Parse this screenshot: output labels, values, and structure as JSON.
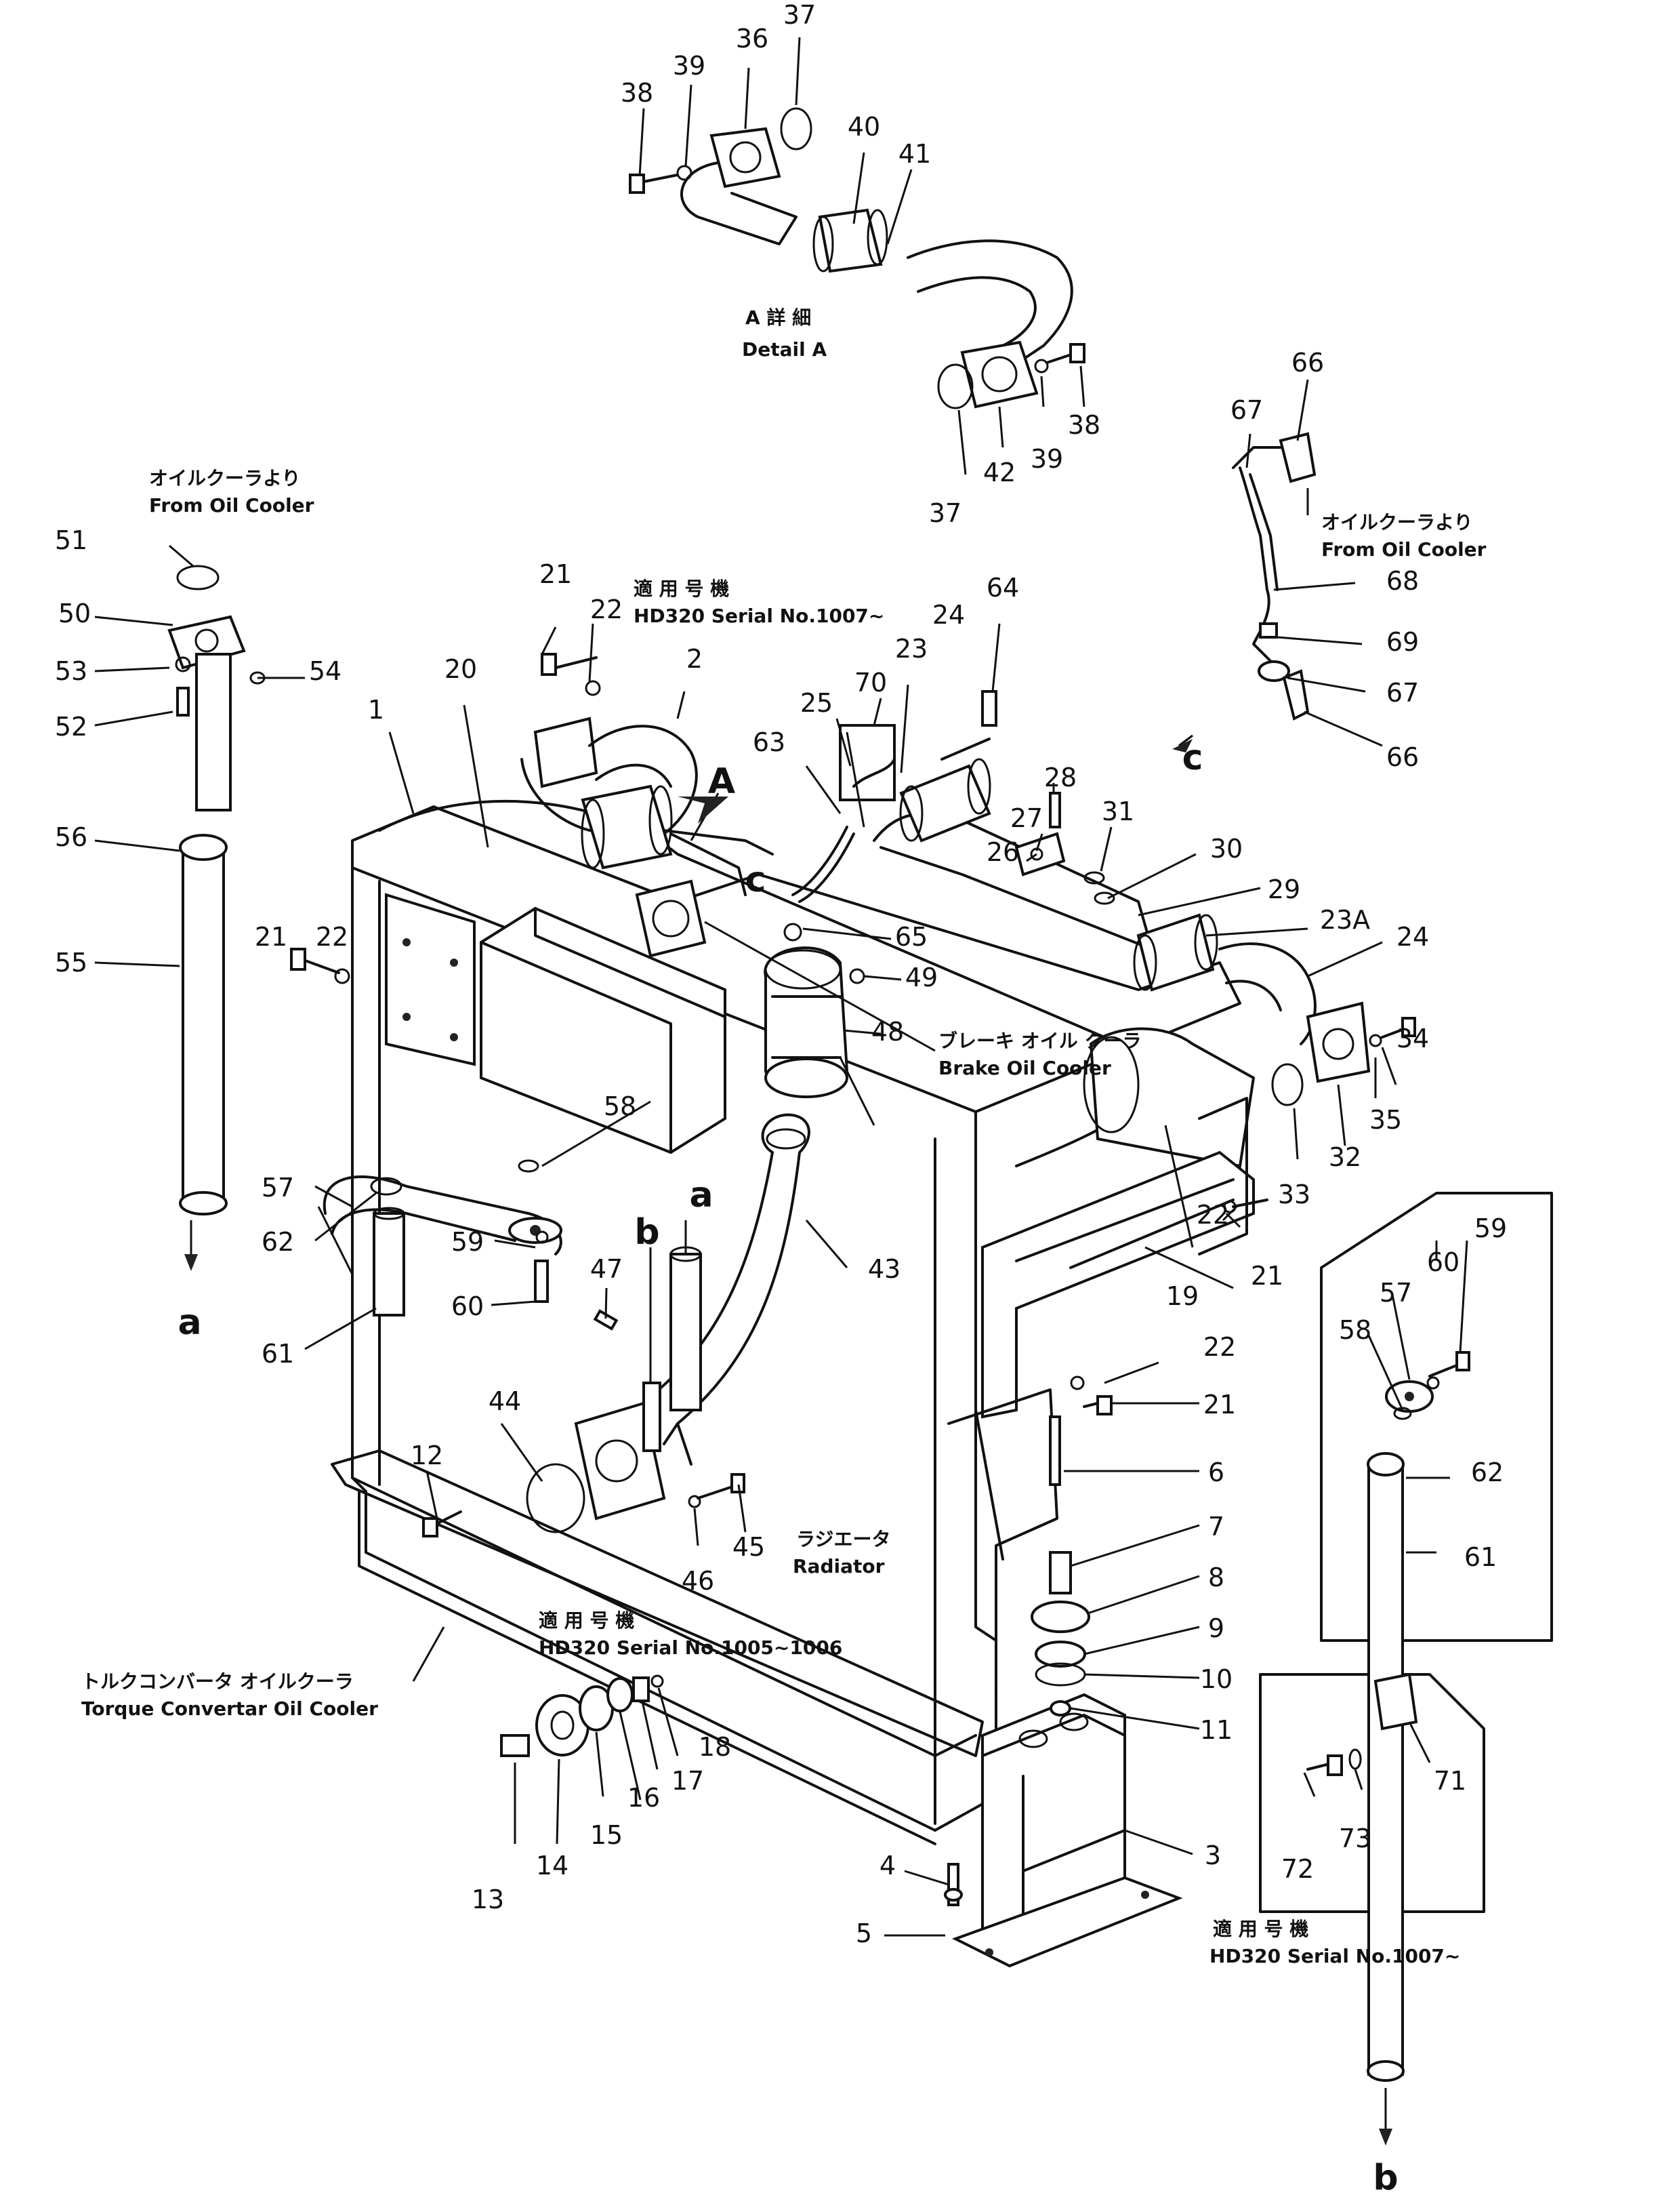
{
  "callouts": {
    "c1": "1",
    "c2": "2",
    "c3": "3",
    "c4": "4",
    "c5": "5",
    "c6": "6",
    "c7": "7",
    "c8": "8",
    "c9": "9",
    "c10": "10",
    "c11": "11",
    "c12": "12",
    "c13": "13",
    "c14": "14",
    "c15": "15",
    "c16": "16",
    "c17": "17",
    "c18": "18",
    "c19": "19",
    "c20": "20",
    "c21a": "21",
    "c21b": "21",
    "c21c": "21",
    "c21d": "21",
    "c22a": "22",
    "c22b": "22",
    "c22c": "22",
    "c22d": "22",
    "c23": "23",
    "c23A": "23A",
    "c24a": "24",
    "c24b": "24",
    "c25": "25",
    "c26": "26",
    "c27": "27",
    "c28": "28",
    "c29": "29",
    "c30": "30",
    "c31": "31",
    "c32": "32",
    "c33": "33",
    "c34": "34",
    "c35": "35",
    "c36": "36",
    "c37a": "37",
    "c37b": "37",
    "c38a": "38",
    "c38b": "38",
    "c39a": "39",
    "c39b": "39",
    "c40": "40",
    "c41": "41",
    "c42": "42",
    "c43": "43",
    "c44": "44",
    "c45": "45",
    "c46": "46",
    "c47": "47",
    "c48": "48",
    "c49": "49",
    "c50": "50",
    "c51": "51",
    "c52": "52",
    "c53": "53",
    "c54": "54",
    "c55": "55",
    "c56": "56",
    "c57a": "57",
    "c57b": "57",
    "c58a": "58",
    "c58b": "58",
    "c59a": "59",
    "c59b": "59",
    "c60a": "60",
    "c60b": "60",
    "c61a": "61",
    "c61b": "61",
    "c62a": "62",
    "c62b": "62",
    "c63": "63",
    "c64": "64",
    "c65": "65",
    "c66a": "66",
    "c66b": "66",
    "c67a": "67",
    "c67b": "67",
    "c68": "68",
    "c69": "69",
    "c70": "70",
    "c71": "71",
    "c72": "72",
    "c73": "73"
  },
  "letters": {
    "A": "A",
    "a_top": "a",
    "a_left": "a",
    "b_mid": "b",
    "b_bottom": "b",
    "c_right": "c",
    "c_mid": "c"
  },
  "notes": {
    "detail_a_jp": "A 詳 細",
    "detail_a_en": "Detail A",
    "from_oil_cooler_jp_left": "オイルクーラより",
    "from_oil_cooler_en_left": "From Oil Cooler",
    "from_oil_cooler_jp_right": "オイルクーラより",
    "from_oil_cooler_en_right": "From Oil Cooler",
    "serial_top_jp": "適 用 号 機",
    "serial_top_en": "HD320 Serial No.1007~",
    "brake_cooler_jp": "ブレーキ オイル クーラ",
    "brake_cooler_en": "Brake Oil Cooler",
    "radiator_jp": "ラジエータ",
    "radiator_en": "Radiator",
    "serial_mid_jp": "適 用 号 機",
    "serial_mid_en": "HD320 Serial No.1005~1006",
    "torque_jp": "トルクコンバータ オイルクーラ",
    "torque_en": "Torque Convertar Oil Cooler",
    "serial_bottom_jp": "適 用 号 機",
    "serial_bottom_en": "HD320 Serial No.1007~"
  }
}
